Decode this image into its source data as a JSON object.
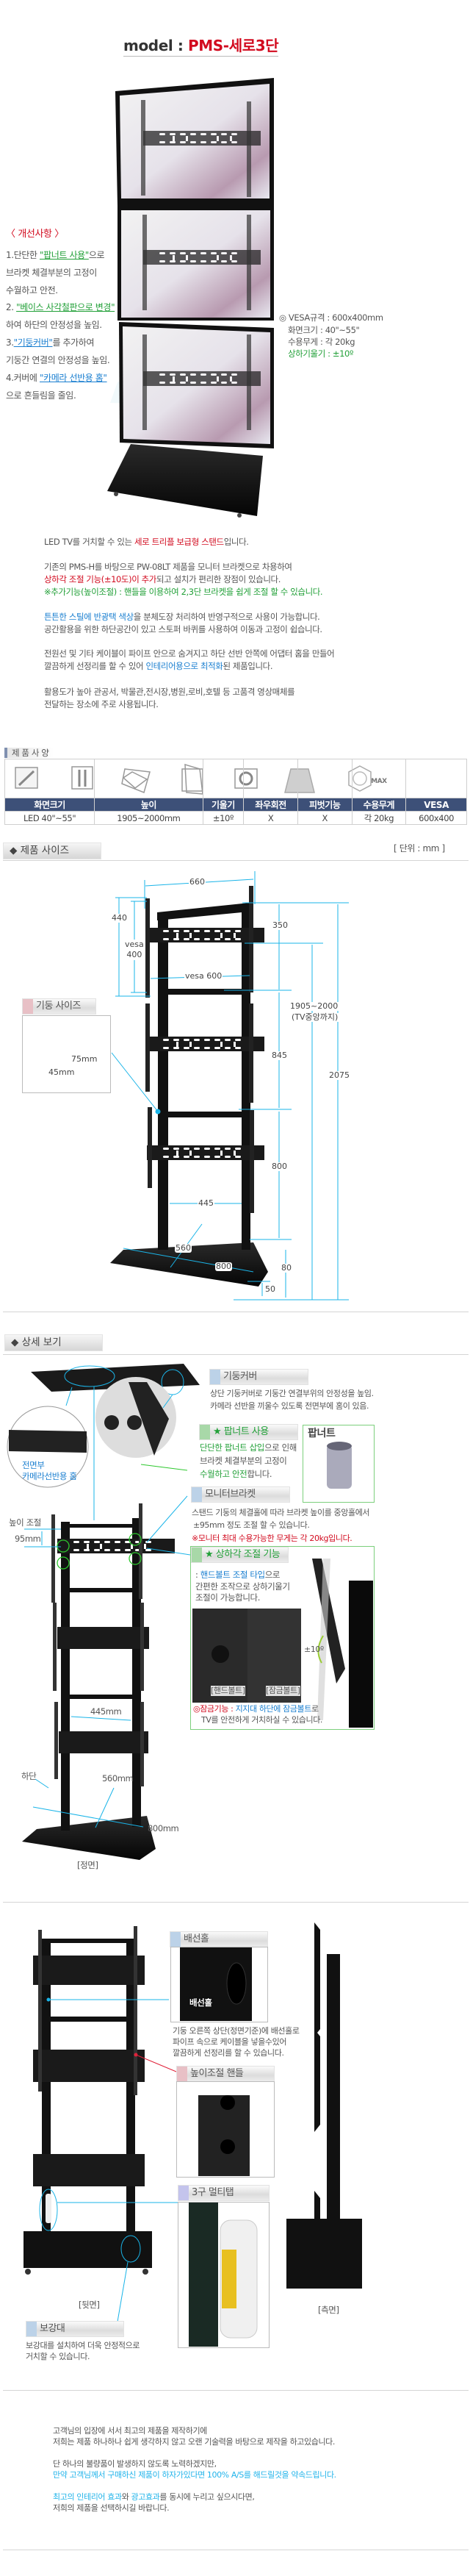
{
  "title": {
    "prefix": "model : ",
    "model": "PMS-세로3단"
  },
  "improvements": {
    "header": "〈 개선사항 〉",
    "lines": [
      [
        "1.단단한 ",
        "\"팝너트 사용\"",
        "으로"
      ],
      [
        "브라켓 체결부분의 고정이"
      ],
      [
        "수월하고 안전."
      ],
      [
        "2. ",
        "\"베이스 사각철판으로 변경\""
      ],
      [
        "하여 하단의 안정성을 높임."
      ],
      [
        "3.",
        "\"기둥커버\"",
        "를 추가하여"
      ],
      [
        "기둥간 연결의 안정성을 높임."
      ],
      [
        "4.커버에 ",
        "\"카메라 선반용 홈\""
      ],
      [
        "으로 흔들림을 줄임."
      ]
    ]
  },
  "hero_specs": [
    "◎ VESA규격 : 600x400mm",
    "화면크기 : 40\"~55\"",
    "수용무게 : 각 20kg",
    "상하기울기 : ±10º"
  ],
  "description": {
    "p1": [
      "LED TV를 거치할 수 있는 ",
      "세로 트리플 보급형 스탠드",
      "입니다."
    ],
    "p2_l1": "기존의 PMS-H를 바탕으로 PW-08LT 제품을 모니터 브라켓으로 차용하여",
    "p2_l2": [
      "상하각 조절 기능(±10도)이 추가",
      "되고 설치가 편리한 장점이 있습니다."
    ],
    "p2_l3": "※추가기능(높이조절) : 핸들을 이용하여 2,3단 브라켓을 쉽게 조절 할 수 있습니다.",
    "p3_l1": [
      "튼튼한 스틸에 반광택 색상",
      "을 분체도장 처리하여 반영구적으로 사용이 가능합니다."
    ],
    "p3_l2": "공간활용을 위한 하단공간이 있고 스토퍼 바퀴를 사용하여 이동과 고정이 쉽습니다.",
    "p4_l1": "전원선 및 기타 케이블이 파이프 안으로 숨겨지고 하단 선반 안쪽에 어댑터 홈을 만들어",
    "p4_l2": [
      "깔끔하게 선정리를 할 수 있어 ",
      "인테리어용으로 최적화",
      "된 제품입니다."
    ],
    "p5_l1": "활용도가 높아 관공서, 박물관,전시장,병원,로비,호텔 등 고품격 영상매체를",
    "p5_l2": "전달하는 장소에 주로 사용됩니다."
  },
  "spec_table": {
    "label": "제 품 사 양",
    "icons": [
      "screen-size-icon",
      "height-icon",
      "tilt-icon",
      "swivel-icon",
      "pivot-icon",
      "max-weight-icon",
      "vesa-icon"
    ],
    "headers": [
      "화면크기",
      "높이",
      "기울기",
      "좌우회전",
      "피벗기능",
      "수용무게",
      "VESA"
    ],
    "values": [
      "LED 40\"~55\"",
      "1905~2000mm",
      "±10º",
      "X",
      "X",
      "각 20kg",
      "600x400"
    ],
    "max_text": "MAX"
  },
  "size_section": {
    "header": "◆ 제품 사이즈",
    "unit": "[ 단위 : mm ]",
    "column_label": "기둥 사이즈",
    "column_dims": [
      "75mm",
      "45mm"
    ],
    "dims": {
      "width_top": "660",
      "bracket_h": "440",
      "vesa_v": "vesa\n400",
      "vesa_h": "vesa 600",
      "top_gap": "350",
      "center_h": "1905~2000",
      "center_note": "(TV중앙까지)",
      "mid_gap": "845",
      "total_h": "2075",
      "low_gap": "800",
      "inner_w": "445",
      "base_d": "560",
      "base_w": "800",
      "base_h": "80",
      "wheel_h": "50"
    }
  },
  "detail_section": {
    "header": "◆ 상세 보기",
    "front_hole_label": [
      "전면부",
      "카메라선반용 홈"
    ],
    "pillar_cover": {
      "label": "기둥커버",
      "lines": [
        "상단 기둥커버로 기둥간 연결부위의 안정성을 높임.",
        "카메라 선반을 끼울수 있도록 전면부에 홈이 있음."
      ]
    },
    "popnut": {
      "label": "★ 팝너트 사용",
      "l1": [
        "단단한 팝너트 삽입",
        "으로 인해"
      ],
      "l2": "브라켓 체결부분의 고정이",
      "l3": [
        "수월하고 안전",
        "합니다."
      ],
      "box_label": "팝너트"
    },
    "bracket": {
      "label": "모니터브라켓",
      "l1": "스탠드 기둥의 체결홀에 따라 브라켓 높이를 중앙홀에서",
      "l2": "±95mm 정도 조절 할 수 있습니다.",
      "l3": "※모니터 최대 수용가능한 무게는 각 20kg입니다."
    },
    "height_adjust": {
      "label": "높이 조절",
      "value": "95mm"
    },
    "tilt": {
      "label": "★ 상하각 조절 기능",
      "l1": [
        ": ",
        "핸드볼트 조절 타입",
        "으로"
      ],
      "l2": "간편한 조작으로 상하기울기",
      "l3": "조절이 가능합니다.",
      "photo1": "[핸드볼트]",
      "photo2": "[잠금볼트]",
      "angle": "±10º",
      "lock_l1": [
        "◎잠금기능 : ",
        "지지대 하단에 잠금볼트",
        "로"
      ],
      "lock_l2": "TV를 안전하게 거치하실 수 있습니다."
    },
    "front_dims": {
      "inner": "445mm",
      "bottom": "하단",
      "depth": "560mm",
      "width": "800mm"
    },
    "front_caption": "[정면]"
  },
  "back_section": {
    "cable_hole": {
      "label": "배선홀",
      "photo_label": "배선홀",
      "lines": [
        "기둥 오른쪽 상단(정면기준)에 배선홀로",
        "파이프 속으로 케이블을 넣을수있어",
        "깔끔하게 선정리를 할 수 있습니다."
      ]
    },
    "handle": {
      "label": "높이조절 핸들"
    },
    "multitap": {
      "label": "3구 멀티탭"
    },
    "reinforce": {
      "label": "보강대",
      "lines": [
        "보강대를 설치하여 더욱 안정적으로",
        "거치할 수 있습니다."
      ]
    },
    "back_caption": "[뒷면]",
    "side_caption": "[측면]"
  },
  "closing": {
    "l1": "고객님의 입장에 서서 최고의 제품을 제작하기에",
    "l2": "저희는 제품 하나하나 쉽게 생각하지 않고 오랜 기술력을 바탕으로 제작을 하고있습니다.",
    "l3": "단 하나의 불량품이 발생하지 않도록 노력하겠지만,",
    "l4": "만약 고객님께서 구매하신 제품이 하자가있다면 100% A/S를 해드릴것을 약속드립니다.",
    "l5": [
      "최고의 인테리어 효과",
      "와 ",
      "광고효과",
      "를 동시에 누리고 싶으시다면,"
    ],
    "l6": "저희의 제품을 선택하시길 바랍니다."
  },
  "colors": {
    "red": "#d20a1e",
    "green": "#22a038",
    "blue": "#1a7fd0",
    "dim_line": "#1ab4e8",
    "table_header": "#3d5078"
  }
}
